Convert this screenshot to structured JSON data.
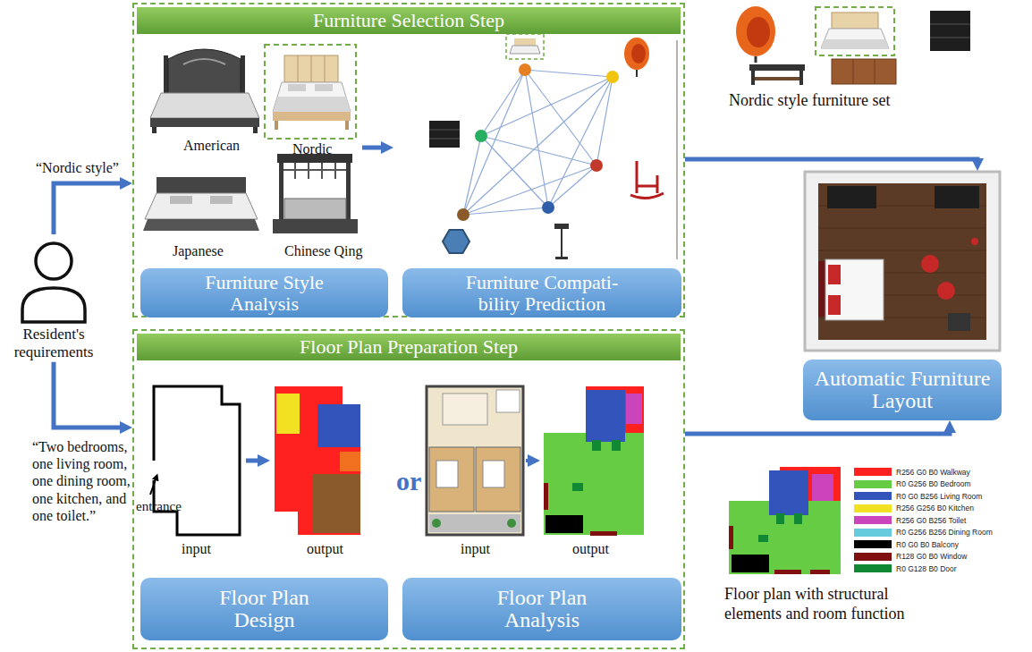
{
  "diagram": {
    "nodes": [
      {
        "text": [
          "Resident's requirements"
        ]
      },
      {
        "text": [
          "Furniture Selection Step"
        ]
      },
      {
        "text": [
          "Furniture Style Analysis"
        ],
        "in": 1
      },
      {
        "text": [
          "Furniture Compati- bility Prediction"
        ],
        "in": 1
      },
      {
        "text": [
          "Floor Plan Preparation Step"
        ]
      },
      {
        "text": [
          "Floor Plan Design"
        ],
        "in": 4
      },
      {
        "text": [
          "Floor Plan Analysis"
        ],
        "in": 4
      },
      {
        "text": [
          "Automatic Furniture Layout"
        ]
      }
    ],
    "edges": [
      {
        "from": 0,
        "to": 1,
        "label": "“Nordic style”",
        "arrow": "to"
      },
      {
        "from": 0,
        "to": 4,
        "label": "“Two bedrooms, one living room, one dining room, one kitchen, and one toilet.”",
        "arrow": "to"
      },
      {
        "from": 1,
        "to": 7,
        "arrow": "to"
      },
      {
        "from": 4,
        "to": 7,
        "arrow": "to"
      }
    ],
    "labels": [
      "American",
      "Nordic",
      "Japanese",
      "Chinese Qing",
      "entrance",
      "input",
      "output",
      "or",
      "input",
      "output",
      "Nordic style furniture set",
      "Floor plan with structural elements and room function"
    ],
    "legend": [
      {
        "text": "R256 G0 B0 Walkway",
        "color": "#ff2020"
      },
      {
        "text": "R0 G256 B0 Bedroom",
        "color": "#66cc44"
      },
      {
        "text": "R0 G0 B256 Living Room",
        "color": "#3355bb"
      },
      {
        "text": "R256 G256 B0 Kitchen",
        "color": "#f2e022"
      },
      {
        "text": "R256 G0 B256 Toilet",
        "color": "#cc44bb"
      },
      {
        "text": "R0 G256 B256 Dining Room",
        "color": "#66ccdd"
      },
      {
        "text": "R0 G0 B0 Balcony",
        "color": "#000000"
      },
      {
        "text": "R128 G0 B0 Window",
        "color": "#801010"
      },
      {
        "text": "R0 G128 B0 Door",
        "color": "#118833"
      }
    ]
  }
}
